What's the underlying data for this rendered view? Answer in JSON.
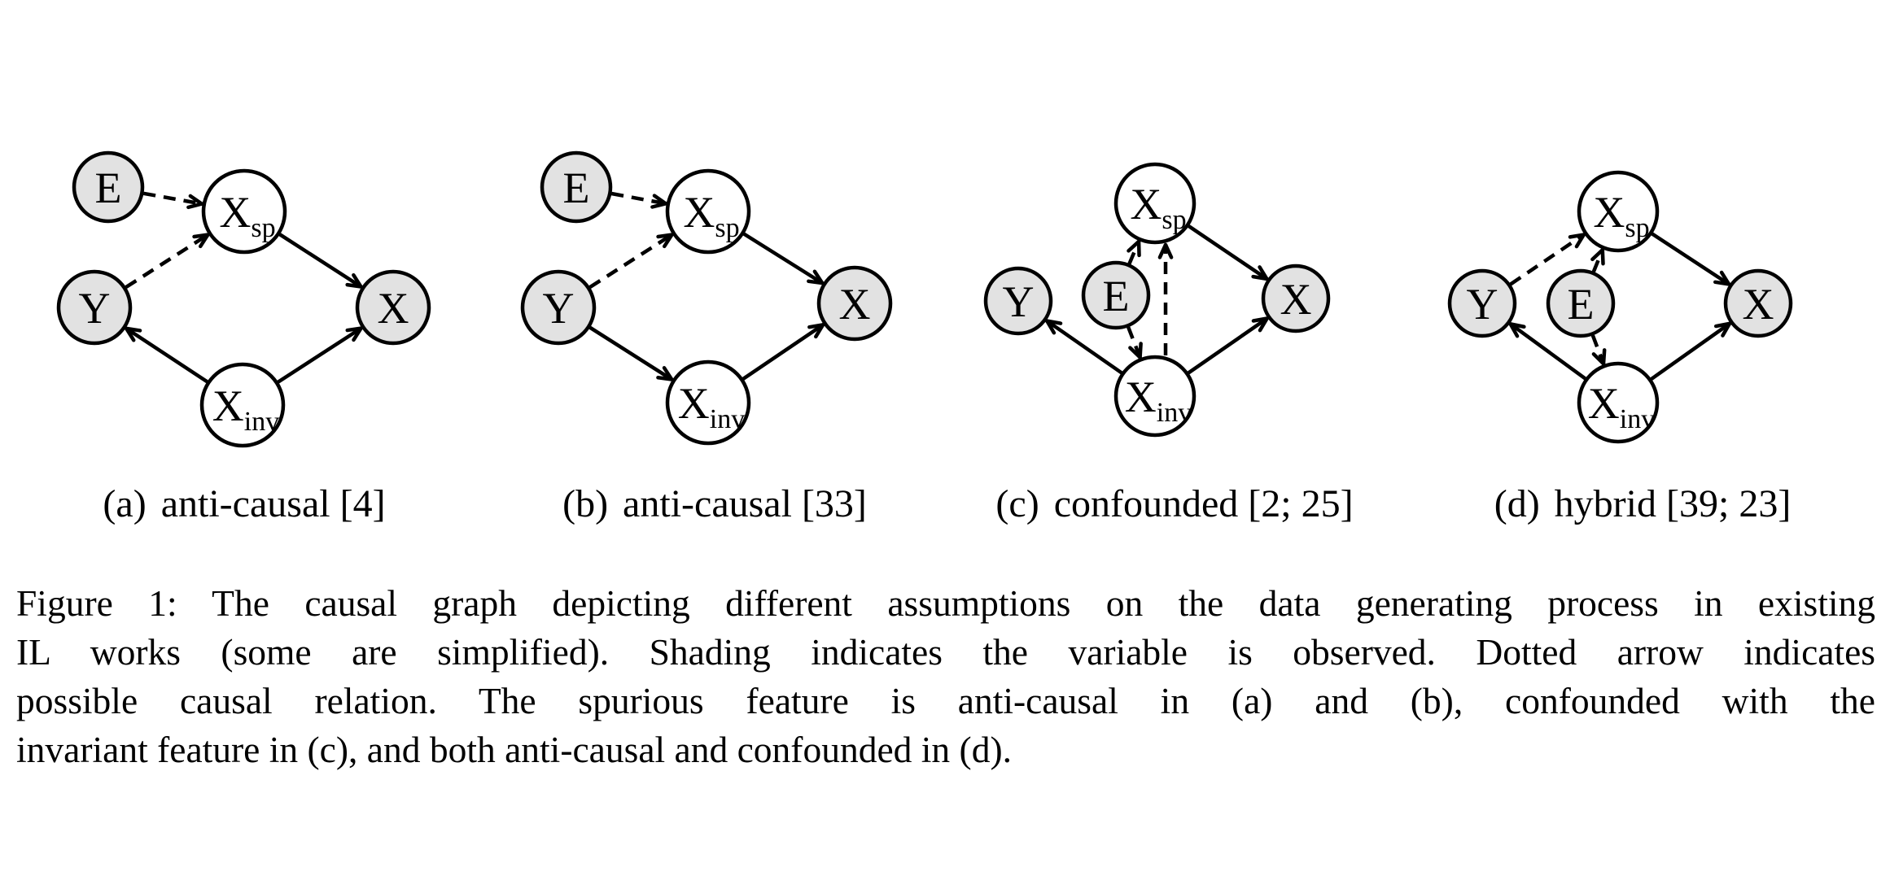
{
  "figure": {
    "background": "#ffffff",
    "colors": {
      "shaded_fill": "#e2e2e2",
      "unshaded_fill": "#ffffff",
      "stroke": "#000000"
    },
    "diagrams": [
      {
        "id": "a",
        "caption_tag": "(a)",
        "caption_text": "anti-causal [4]",
        "nodes": [
          {
            "id": "E",
            "label": "E",
            "sub": "",
            "shaded": true
          },
          {
            "id": "Xsp",
            "label": "X",
            "sub": "sp",
            "shaded": false
          },
          {
            "id": "Y",
            "label": "Y",
            "sub": "",
            "shaded": true
          },
          {
            "id": "X",
            "label": "X",
            "sub": "",
            "shaded": true
          },
          {
            "id": "Xinv",
            "label": "X",
            "sub": "inv",
            "shaded": false
          }
        ],
        "edges": [
          {
            "from": "E",
            "to": "Xsp",
            "style": "dashed"
          },
          {
            "from": "Y",
            "to": "Xsp",
            "style": "dashed"
          },
          {
            "from": "Xsp",
            "to": "X",
            "style": "solid"
          },
          {
            "from": "Xinv",
            "to": "Y",
            "style": "solid"
          },
          {
            "from": "Xinv",
            "to": "X",
            "style": "solid"
          }
        ]
      },
      {
        "id": "b",
        "caption_tag": "(b)",
        "caption_text": "anti-causal [33]",
        "nodes": [
          {
            "id": "E",
            "label": "E",
            "sub": "",
            "shaded": true
          },
          {
            "id": "Xsp",
            "label": "X",
            "sub": "sp",
            "shaded": false
          },
          {
            "id": "Y",
            "label": "Y",
            "sub": "",
            "shaded": true
          },
          {
            "id": "X",
            "label": "X",
            "sub": "",
            "shaded": true
          },
          {
            "id": "Xinv",
            "label": "X",
            "sub": "inv",
            "shaded": false
          }
        ],
        "edges": [
          {
            "from": "E",
            "to": "Xsp",
            "style": "dashed"
          },
          {
            "from": "Y",
            "to": "Xsp",
            "style": "dashed"
          },
          {
            "from": "Xsp",
            "to": "X",
            "style": "solid"
          },
          {
            "from": "Y",
            "to": "Xinv",
            "style": "solid"
          },
          {
            "from": "Xinv",
            "to": "X",
            "style": "solid"
          }
        ]
      },
      {
        "id": "c",
        "caption_tag": "(c)",
        "caption_text": "confounded [2; 25]",
        "nodes": [
          {
            "id": "Xsp",
            "label": "X",
            "sub": "sp",
            "shaded": false
          },
          {
            "id": "Y",
            "label": "Y",
            "sub": "",
            "shaded": true
          },
          {
            "id": "E",
            "label": "E",
            "sub": "",
            "shaded": true
          },
          {
            "id": "X",
            "label": "X",
            "sub": "",
            "shaded": true
          },
          {
            "id": "Xinv",
            "label": "X",
            "sub": "inv",
            "shaded": false
          }
        ],
        "edges": [
          {
            "from": "E",
            "to": "Xsp",
            "style": "dashed"
          },
          {
            "from": "E",
            "to": "Xinv",
            "style": "dashed"
          },
          {
            "from": "Xinv",
            "to": "Xsp",
            "style": "dashed"
          },
          {
            "from": "Xsp",
            "to": "X",
            "style": "solid"
          },
          {
            "from": "Xinv",
            "to": "Y",
            "style": "solid"
          },
          {
            "from": "Xinv",
            "to": "X",
            "style": "solid"
          }
        ]
      },
      {
        "id": "d",
        "caption_tag": "(d)",
        "caption_text": "hybrid [39; 23]",
        "nodes": [
          {
            "id": "Xsp",
            "label": "X",
            "sub": "sp",
            "shaded": false
          },
          {
            "id": "Y",
            "label": "Y",
            "sub": "",
            "shaded": true
          },
          {
            "id": "E",
            "label": "E",
            "sub": "",
            "shaded": true
          },
          {
            "id": "X",
            "label": "X",
            "sub": "",
            "shaded": true
          },
          {
            "id": "Xinv",
            "label": "X",
            "sub": "inv",
            "shaded": false
          }
        ],
        "edges": [
          {
            "from": "Y",
            "to": "Xsp",
            "style": "dashed"
          },
          {
            "from": "E",
            "to": "Xsp",
            "style": "dashed"
          },
          {
            "from": "E",
            "to": "Xinv",
            "style": "dashed"
          },
          {
            "from": "Xsp",
            "to": "X",
            "style": "solid"
          },
          {
            "from": "Xinv",
            "to": "Y",
            "style": "solid"
          },
          {
            "from": "Xinv",
            "to": "X",
            "style": "solid"
          }
        ]
      }
    ],
    "caption_lines": [
      "Figure 1: The causal graph depicting different assumptions on the data generating process in existing",
      "IL works (some are simplified). Shading indicates the variable is observed. Dotted arrow indicates",
      "possible causal relation. The spurious feature is anti-causal in (a) and (b), confounded with the",
      "invariant feature in (c), and both anti-causal and confounded in (d)."
    ]
  }
}
